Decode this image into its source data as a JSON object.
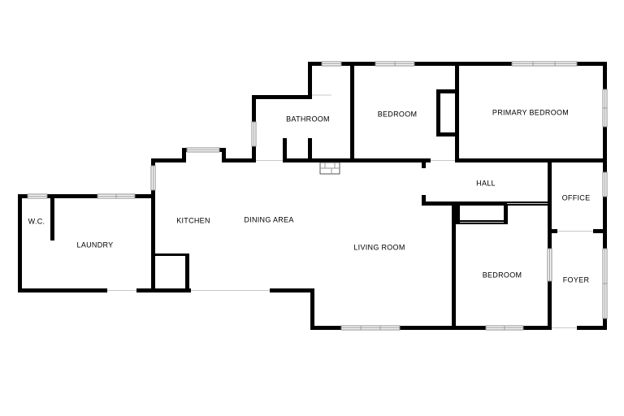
{
  "plan": {
    "rooms": {
      "bathroom": "BATHROOM",
      "bedroom_north": "BEDROOM",
      "primary_bedroom": "PRIMARY BEDROOM",
      "hall": "HALL",
      "office": "OFFICE",
      "wc": "W.C.",
      "kitchen": "KITCHEN",
      "dining_area": "DINING AREA",
      "laundry": "LAUNDRY",
      "living_room": "LIVING ROOM",
      "bedroom_south": "BEDROOM",
      "foyer": "FOYER"
    }
  }
}
